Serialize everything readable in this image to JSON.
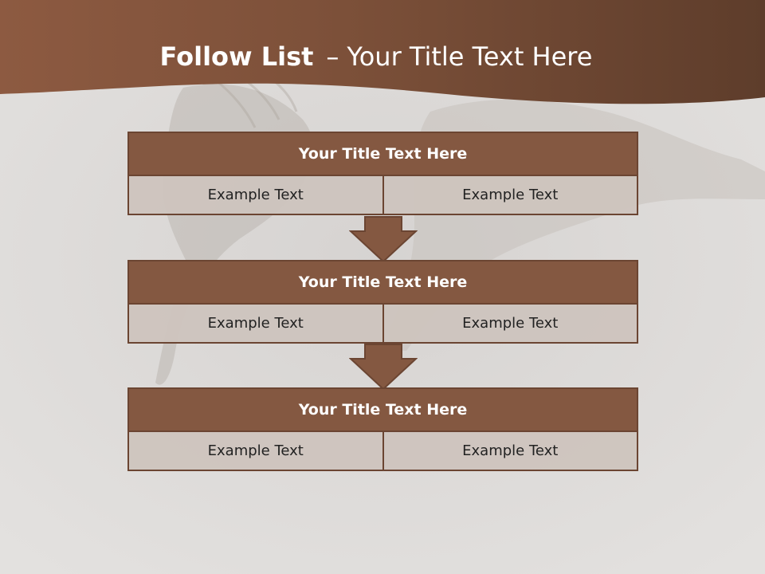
{
  "title": {
    "bold": "Follow List",
    "dash": "–",
    "rest": "Your Title Text Here"
  },
  "colors": {
    "accent": "#845841",
    "accent_dark": "#6b4532",
    "cell": "#cec4be",
    "background": "#dcdad8"
  },
  "blocks": [
    {
      "header": "Your Title Text Here",
      "left": "Example Text",
      "right": "Example Text"
    },
    {
      "header": "Your Title Text Here",
      "left": "Example Text",
      "right": "Example Text"
    },
    {
      "header": "Your Title Text Here",
      "left": "Example Text",
      "right": "Example Text"
    }
  ],
  "connectors": [
    {
      "name": "down-arrow"
    },
    {
      "name": "down-arrow"
    }
  ]
}
